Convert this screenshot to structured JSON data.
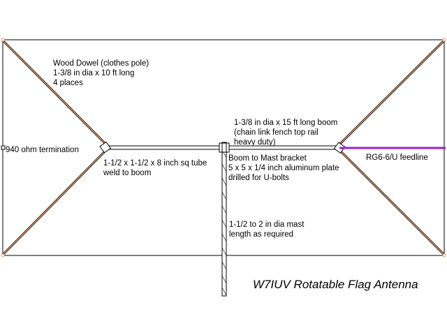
{
  "colors": {
    "background": "#ffffff",
    "wire": "#000000",
    "dowel": "#e8a070",
    "feedline": "#9b1fd0"
  },
  "labels": {
    "dowel": [
      "Wood Dowel (clothes pole)",
      "1-3/8 in dia x 10 ft long",
      "4 places"
    ],
    "termination": "940 ohm termination",
    "sq_tube": [
      "1-1/2 x 1-1/2 x 8 inch sq tube",
      "weld to boom"
    ],
    "boom": [
      "1-3/8 in dia x 15 ft long boom",
      "(chain link fench top rail",
      "heavy duty)"
    ],
    "bracket": [
      "Boom to Mast bracket",
      "5 x 5 x 1/4 inch aluminum plate",
      "drilled for U-bolts"
    ],
    "feedline": "RG6-6/U feedline",
    "mast": [
      "1-1/2 to 2 in dia mast",
      "length as required"
    ]
  },
  "title": "W7IUV Rotatable Flag Antenna"
}
